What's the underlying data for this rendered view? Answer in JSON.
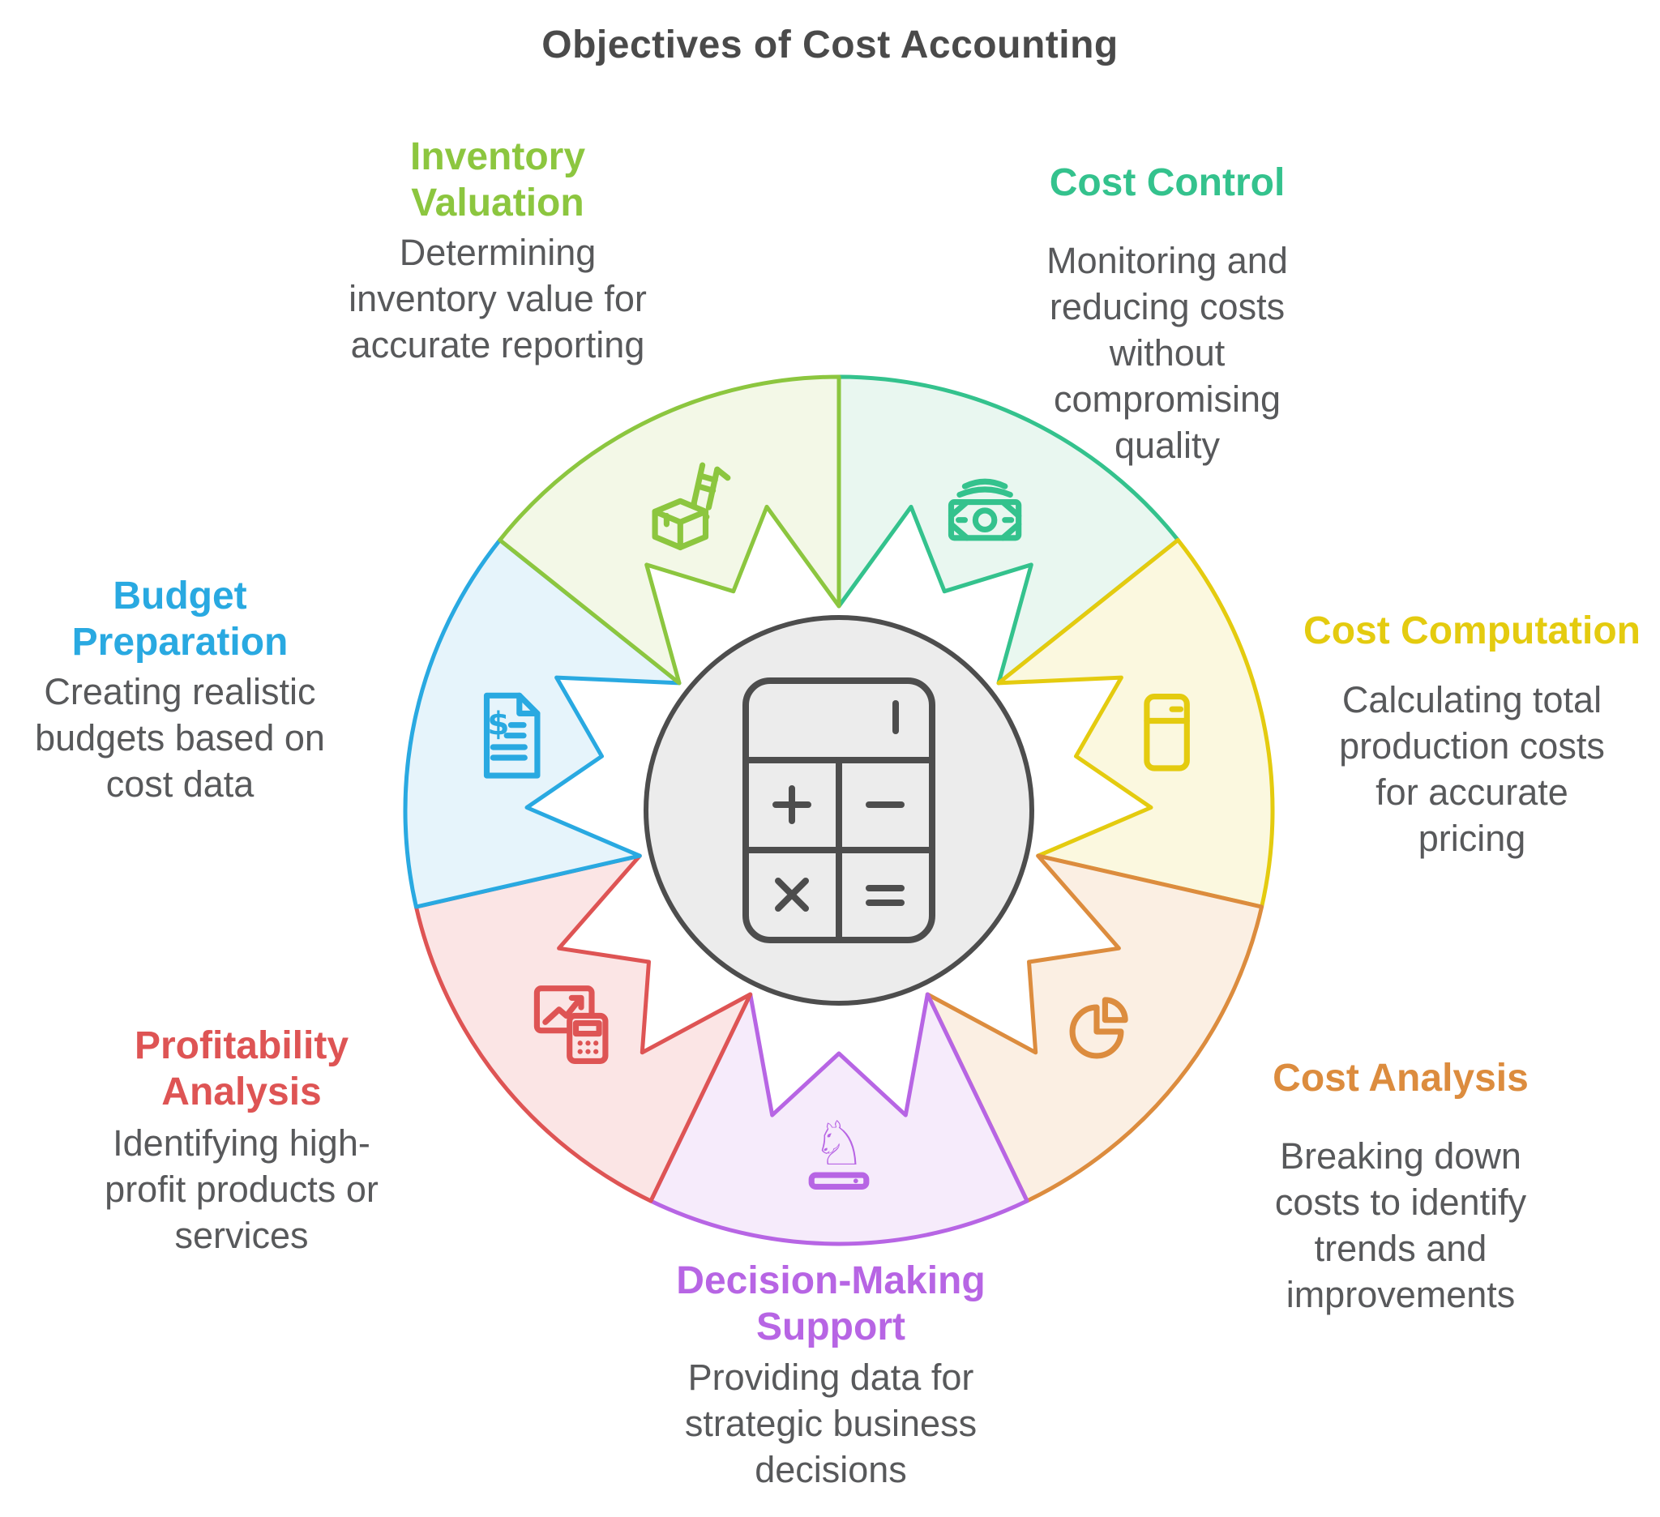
{
  "title": "Objectives of Cost Accounting",
  "colors": {
    "title_text": "#4a4a4a",
    "body_text": "#58595b",
    "center_fill": "#ececec",
    "center_stroke": "#4d4d4d"
  },
  "glyphs": {
    "chess_knight": "♘",
    "dollar_sign": "$"
  },
  "center": {
    "icon": "calculator-icon"
  },
  "segments": [
    {
      "id": "cost-control",
      "label_lines": [
        "Cost Control"
      ],
      "desc_lines": [
        "Monitoring and",
        "reducing costs",
        "without",
        "compromising",
        "quality"
      ],
      "color": "#34c28d",
      "fill": "#e9f7f0",
      "icon": "money-icon"
    },
    {
      "id": "cost-computation",
      "label_lines": [
        "Cost Computation"
      ],
      "desc_lines": [
        "Calculating total",
        "production costs",
        "for accurate",
        "pricing"
      ],
      "color": "#e4cb0f",
      "fill": "#fbf8df",
      "icon": "calculator-simple-icon"
    },
    {
      "id": "cost-analysis",
      "label_lines": [
        "Cost Analysis"
      ],
      "desc_lines": [
        "Breaking down",
        "costs to identify",
        "trends and",
        "improvements"
      ],
      "color": "#dc8c3e",
      "fill": "#fbefe3",
      "icon": "pie-chart-icon"
    },
    {
      "id": "decision-making-support",
      "label_lines": [
        "Decision-Making",
        "Support"
      ],
      "desc_lines": [
        "Providing data for",
        "strategic business",
        "decisions"
      ],
      "color": "#b765e4",
      "fill": "#f6ebfb",
      "icon": "chess-knight-icon"
    },
    {
      "id": "profitability-analysis",
      "label_lines": [
        "Profitability",
        "Analysis"
      ],
      "desc_lines": [
        "Identifying high-",
        "profit products or",
        "services"
      ],
      "color": "#de5454",
      "fill": "#fbe5e5",
      "icon": "chart-calculator-icon"
    },
    {
      "id": "budget-preparation",
      "label_lines": [
        "Budget",
        "Preparation"
      ],
      "desc_lines": [
        "Creating realistic",
        "budgets based on",
        "cost data"
      ],
      "color": "#29a9e1",
      "fill": "#e6f4fb",
      "icon": "dollar-document-icon"
    },
    {
      "id": "inventory-valuation",
      "label_lines": [
        "Inventory",
        "Valuation"
      ],
      "desc_lines": [
        "Determining",
        "inventory value for",
        "accurate reporting"
      ],
      "color": "#8cc63f",
      "fill": "#f3f8e7",
      "icon": "box-handtruck-icon"
    }
  ]
}
